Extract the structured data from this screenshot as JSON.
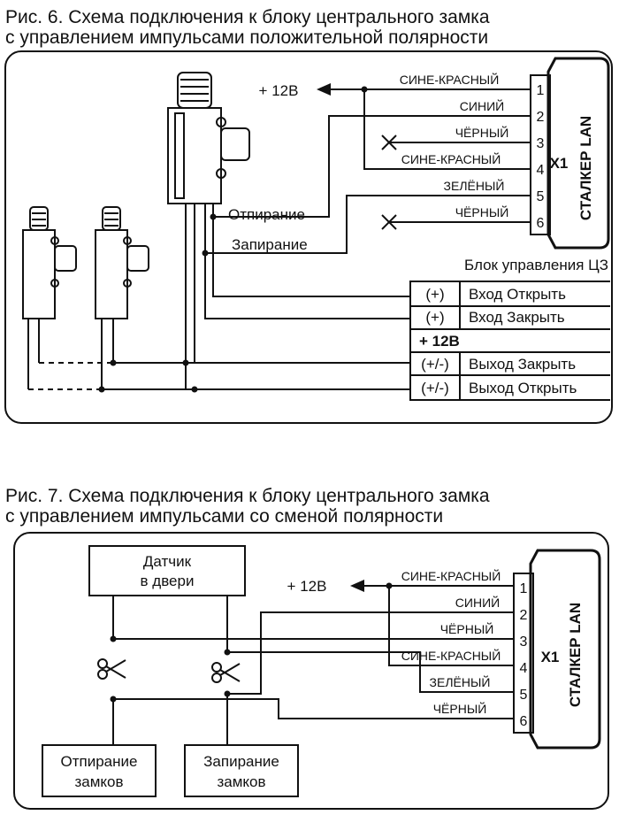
{
  "fig6": {
    "caption_line1": "Рис. 6. Схема подключения к блоку центрального замка",
    "caption_line2": "с управлением импульсами положительной полярности",
    "plus12": "+ 12В",
    "wires": [
      "СИНЕ-КРАСНЫЙ",
      "СИНИЙ",
      "ЧЁРНЫЙ",
      "СИНЕ-КРАСНЫЙ",
      "ЗЕЛЁНЫЙ",
      "ЧЁРНЫЙ"
    ],
    "pins": [
      "1",
      "2",
      "3",
      "4",
      "5",
      "6"
    ],
    "connector": "X1",
    "device": "СТАЛКЕР LAN",
    "unlock": "Отпирание",
    "lock": "Запирание",
    "ecu_title": "Блок управления ЦЗ",
    "ecu_rows": [
      {
        "pol": "(+)",
        "name": "Вход Открыть"
      },
      {
        "pol": "(+)",
        "name": "Вход Закрыть"
      },
      {
        "pol": "",
        "name": "+ 12В"
      },
      {
        "pol": "(+/-)",
        "name": "Выход Закрыть"
      },
      {
        "pol": "(+/-)",
        "name": "Выход Открыть"
      }
    ]
  },
  "fig7": {
    "caption_line1": "Рис. 7. Схема подключения к блоку центрального замка",
    "caption_line2": "с управлением импульсами со сменой полярности",
    "plus12": "+ 12В",
    "wires": [
      "СИНЕ-КРАСНЫЙ",
      "СИНИЙ",
      "ЧЁРНЫЙ",
      "СИНЕ-КРАСНЫЙ",
      "ЗЕЛЁНЫЙ",
      "ЧЁРНЫЙ"
    ],
    "pins": [
      "1",
      "2",
      "3",
      "4",
      "5",
      "6"
    ],
    "connector": "X1",
    "device": "СТАЛКЕР LAN",
    "sensor_line1": "Датчик",
    "sensor_line2": "в двери",
    "unlock_line1": "Отпирание",
    "unlock_line2": "замков",
    "lock_line1": "Запирание",
    "lock_line2": "замков"
  }
}
